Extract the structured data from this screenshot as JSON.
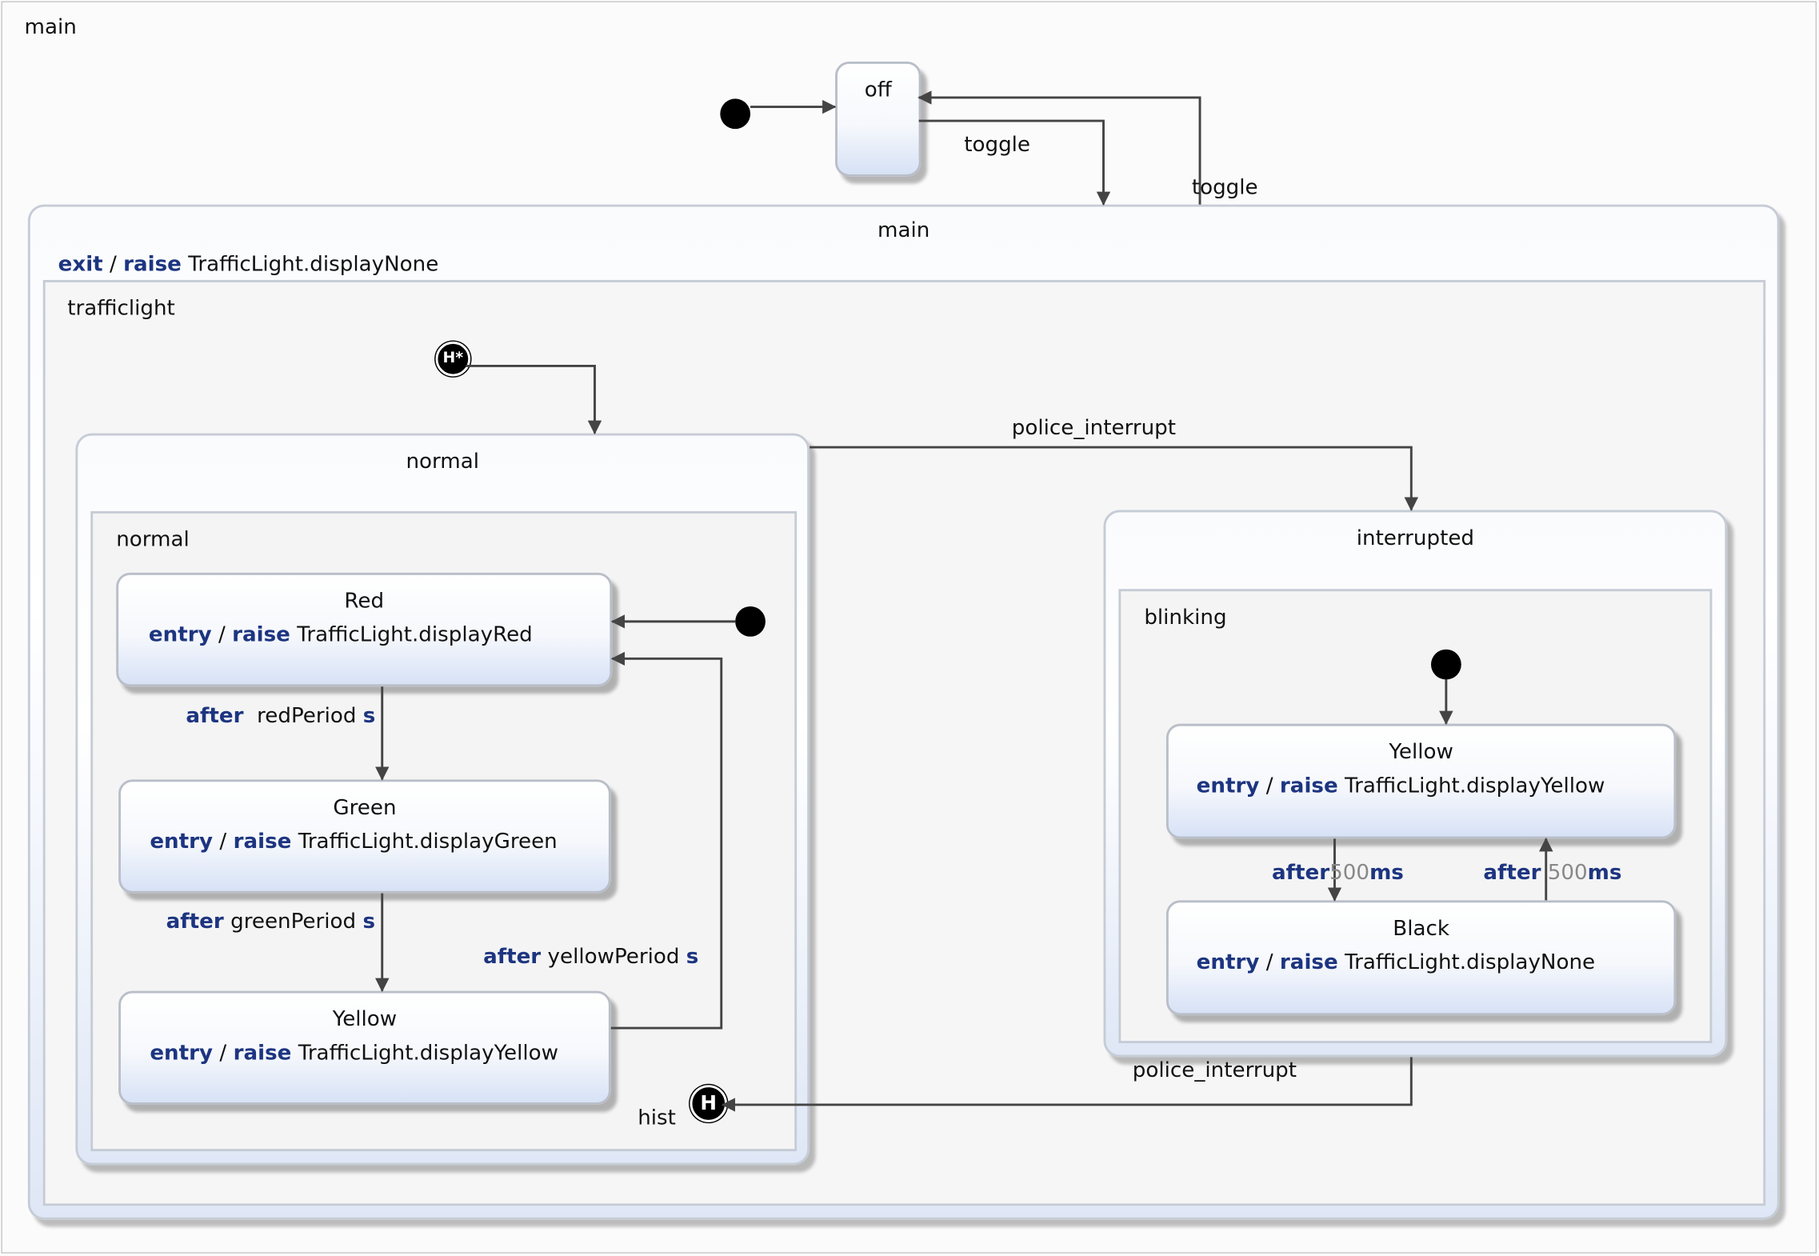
{
  "diagram": {
    "root_label": "main",
    "off_state": {
      "name": "off"
    },
    "main_state": {
      "name": "main",
      "exit_kw": "exit",
      "slash": "/",
      "raise_kw": "raise",
      "exit_action": "TrafficLight.displayNone"
    },
    "trafficlight_region": {
      "label": "trafficlight",
      "deep_history": "H*"
    },
    "normal_state": {
      "name": "normal",
      "region_label": "normal"
    },
    "red_state": {
      "name": "Red",
      "entry_kw": "entry",
      "slash": "/",
      "raise_kw": "raise",
      "action": "TrafficLight.displayRed"
    },
    "green_state": {
      "name": "Green",
      "entry_kw": "entry",
      "slash": "/",
      "raise_kw": "raise",
      "action": "TrafficLight.displayGreen"
    },
    "yellow_state": {
      "name": "Yellow",
      "entry_kw": "entry",
      "slash": "/",
      "raise_kw": "raise",
      "action": "TrafficLight.displayYellow"
    },
    "history": {
      "symbol": "H",
      "label": "hist"
    },
    "interrupted_state": {
      "name": "interrupted",
      "region_label": "blinking"
    },
    "blink_yellow_state": {
      "name": "Yellow",
      "entry_kw": "entry",
      "slash": "/",
      "raise_kw": "raise",
      "action": "TrafficLight.displayYellow"
    },
    "black_state": {
      "name": "Black",
      "entry_kw": "entry",
      "slash": "/",
      "raise_kw": "raise",
      "action": "TrafficLight.displayNone"
    },
    "transitions": {
      "toggle_on": "toggle",
      "toggle_off": "toggle",
      "police_interrupt_in": "police_interrupt",
      "police_interrupt_out": "police_interrupt",
      "red_to_green": {
        "kw": "after",
        "expr": "redPeriod",
        "unit": "s"
      },
      "green_to_yellow": {
        "kw": "after",
        "expr": "greenPeriod",
        "unit": "s"
      },
      "yellow_to_red": {
        "kw": "after",
        "expr": "yellowPeriod",
        "unit": "s"
      },
      "yellow_to_black": {
        "kw": "after",
        "value": "500",
        "unit": "ms"
      },
      "black_to_yellow": {
        "kw": "after",
        "value": "500",
        "unit": "ms"
      }
    },
    "colors": {
      "keyword": "#1d3580",
      "line": "#444444",
      "state_fill_bottom": "#d7e2f6"
    }
  }
}
